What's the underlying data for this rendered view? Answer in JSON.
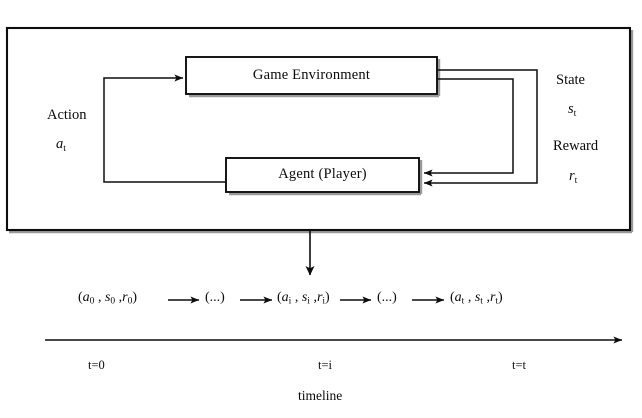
{
  "diagram": {
    "title_present": false,
    "outer_box": {
      "name": "rl-loop-container"
    },
    "nodes": [
      {
        "id": "environment",
        "label": "Game Environment"
      },
      {
        "id": "agent",
        "label": "Agent (Player)"
      }
    ],
    "left_labels": [
      {
        "id": "action",
        "text": "Action"
      },
      {
        "id": "action_symbol",
        "base": "a",
        "sub": "t"
      }
    ],
    "right_labels": [
      {
        "id": "state",
        "text": "State"
      },
      {
        "id": "state_symbol",
        "base": "s",
        "sub": "t"
      },
      {
        "id": "reward",
        "text": "Reward"
      },
      {
        "id": "reward_symbol",
        "base": "r",
        "sub": "t"
      }
    ],
    "edges": [
      {
        "id": "action-edge",
        "from": "agent",
        "to": "environment",
        "label": "Action a_t"
      },
      {
        "id": "state-edge",
        "from": "environment",
        "to": "agent",
        "label": "State s_t"
      },
      {
        "id": "reward-edge",
        "from": "environment",
        "to": "agent",
        "label": "Reward r_t"
      },
      {
        "id": "drop-edge",
        "from": "rl-loop-container",
        "to": "timeline-sequence",
        "label": ""
      }
    ]
  },
  "timeline": {
    "sequence": [
      {
        "kind": "tuple",
        "open": "(",
        "items": [
          {
            "base": "a",
            "sub": "0"
          },
          {
            "base": "s",
            "sub": "0"
          },
          {
            "base": "r",
            "sub": "0"
          }
        ],
        "close": ")"
      },
      {
        "kind": "arrow"
      },
      {
        "kind": "ellipsis",
        "text": "(...)"
      },
      {
        "kind": "arrow"
      },
      {
        "kind": "tuple",
        "open": "(",
        "items": [
          {
            "base": "a",
            "sub": "i"
          },
          {
            "base": "s",
            "sub": "i"
          },
          {
            "base": "r",
            "sub": "i"
          }
        ],
        "close": ")"
      },
      {
        "kind": "arrow"
      },
      {
        "kind": "ellipsis",
        "text": "(...)"
      },
      {
        "kind": "arrow"
      },
      {
        "kind": "tuple",
        "open": "(",
        "items": [
          {
            "base": "a",
            "sub": "t"
          },
          {
            "base": "s",
            "sub": "t"
          },
          {
            "base": "r",
            "sub": "t"
          }
        ],
        "close": ")"
      }
    ],
    "ticks": [
      {
        "id": "t0",
        "label": "t=0"
      },
      {
        "id": "ti",
        "label": "t=i"
      },
      {
        "id": "tt",
        "label": "t=t"
      }
    ],
    "caption": "timeline",
    "axis": {
      "direction": "left-to-right",
      "arrowhead": "right"
    }
  },
  "style": {
    "line_color": "#0d0d0d",
    "shadow_color": "#9a9a9a",
    "background": "#ffffff",
    "text_color": "#0b0b0b"
  }
}
